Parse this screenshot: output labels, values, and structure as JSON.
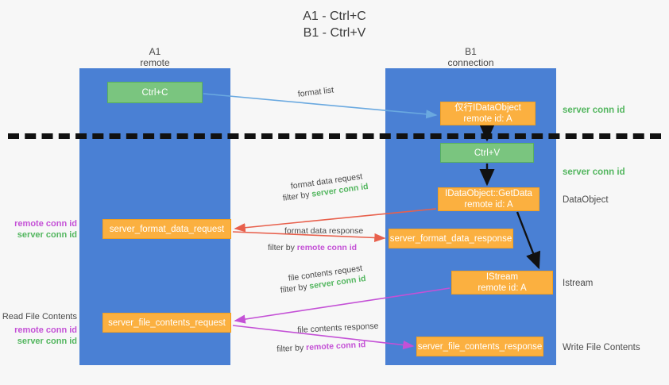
{
  "title": {
    "line1": "A1 - Ctrl+C",
    "line2": "B1 - Ctrl+V"
  },
  "lanes": [
    {
      "name": "A1",
      "sub": "remote",
      "color": "#4a80d4"
    },
    {
      "name": "B1",
      "sub": "connection",
      "color": "#4a80d4"
    }
  ],
  "nodes": {
    "ctrl_c": {
      "line1": "Ctrl+C",
      "line2": ""
    },
    "idataobject": {
      "line1": "仅行IDataObject",
      "line2": "remote id: A"
    },
    "ctrl_v": {
      "line1": "Ctrl+V",
      "line2": ""
    },
    "getdata": {
      "line1": "IDataObject::GetData",
      "line2": "remote id: A"
    },
    "sfd_request": {
      "line1": "server_format_data_request",
      "line2": ""
    },
    "sfd_response": {
      "line1": "server_format_data_response",
      "line2": ""
    },
    "istream": {
      "line1": "IStream",
      "line2": "remote id: A"
    },
    "sfc_request": {
      "line1": "server_file_contents_request",
      "line2": ""
    },
    "sfc_response": {
      "line1": "server_file_contents_response",
      "line2": ""
    }
  },
  "edge_labels": {
    "format_list": "format list",
    "format_data_request": "format data request",
    "format_data_request_filter_prefix": "filter by ",
    "format_data_request_filter_value": "server conn id",
    "format_data_response": "format data response",
    "format_data_response_filter_prefix": "filter by ",
    "format_data_response_filter_value": "remote conn id",
    "file_contents_request": "file contents request",
    "file_contents_request_filter_prefix": "filter by ",
    "file_contents_request_filter_value": "server conn id",
    "file_contents_response": "file contents response",
    "file_contents_response_filter_prefix": "filter by ",
    "file_contents_response_filter_value": "remote conn id"
  },
  "right_notes": {
    "server_conn_id_top": "server conn id",
    "server_conn_id_mid": "server conn id",
    "data_object": "DataObject",
    "istream": "Istream",
    "write_file_contents": "Write File Contents"
  },
  "left_notes": {
    "remote_conn_id_1": "remote conn id",
    "server_conn_id_1": "server conn id",
    "read_file_contents": "Read File Contents",
    "remote_conn_id_2": "remote conn id",
    "server_conn_id_2": "server conn id"
  },
  "colors": {
    "lane": "#4a80d4",
    "green_box": "#7ac57f",
    "orange_box": "#fbb040",
    "green_text": "#53b65f",
    "magenta_text": "#c451d6",
    "arrow_blue": "#6aa9e0",
    "arrow_red": "#e8604c",
    "arrow_magenta": "#c451d6",
    "arrow_black": "#111111",
    "background": "#f7f7f7"
  }
}
